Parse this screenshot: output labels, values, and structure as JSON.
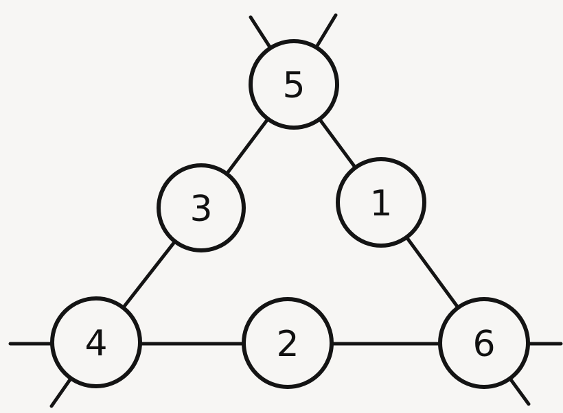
{
  "figure": {
    "type": "diagram",
    "description": "Perimeter triangle puzzle: six numbered circles arranged as a triangle (one on each corner, one on the middle of each side), connected by straight lines with short line stubs extending outward past each corner circle.",
    "background_color": "#f7f6f4",
    "line_color": "#141414",
    "text_color": "#111111"
  },
  "nodes": [
    {
      "id": "top",
      "label": "5"
    },
    {
      "id": "middle-left",
      "label": "3"
    },
    {
      "id": "middle-right",
      "label": "1"
    },
    {
      "id": "bottom-left",
      "label": "4"
    },
    {
      "id": "bottom-middle",
      "label": "2"
    },
    {
      "id": "bottom-right",
      "label": "6"
    }
  ],
  "edges": [
    {
      "from": "4",
      "to": "3"
    },
    {
      "from": "3",
      "to": "5"
    },
    {
      "from": "5",
      "to": "1"
    },
    {
      "from": "1",
      "to": "6"
    },
    {
      "from": "4",
      "to": "2"
    },
    {
      "from": "2",
      "to": "6"
    }
  ],
  "corner_stubs": [
    {
      "at": "5",
      "directions": [
        "up-left",
        "up-right"
      ]
    },
    {
      "at": "4",
      "directions": [
        "left",
        "down-left"
      ]
    },
    {
      "at": "6",
      "directions": [
        "right",
        "down-right"
      ]
    }
  ]
}
